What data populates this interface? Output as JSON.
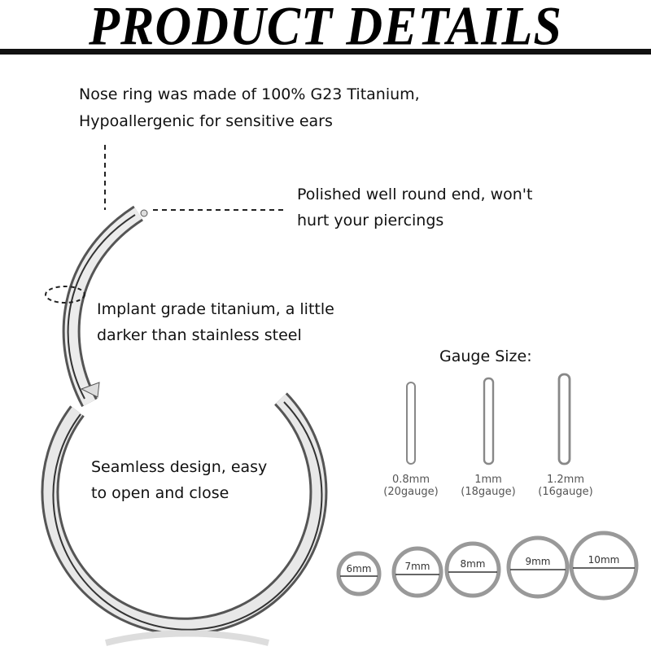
{
  "header": {
    "title": "PRODUCT DETAILS"
  },
  "callouts": {
    "material_line1": "Nose ring was made of 100% G23 Titanium,",
    "material_line2": "Hypoallergenic for sensitive ears",
    "end_line1": "Polished well round end, won't",
    "end_line2": "hurt your piercings",
    "grade_line1": "Implant grade titanium, a little",
    "grade_line2": "darker than stainless steel",
    "seamless_line1": "Seamless design, easy",
    "seamless_line2": "to open and close"
  },
  "gauge": {
    "title": "Gauge Size:",
    "items": [
      {
        "mm": "0.8mm",
        "gauge": "(20gauge)"
      },
      {
        "mm": "1mm",
        "gauge": "(18gauge)"
      },
      {
        "mm": "1.2mm",
        "gauge": "(16gauge)"
      }
    ]
  },
  "diameters": [
    {
      "label": "6mm"
    },
    {
      "label": "7mm"
    },
    {
      "label": "8mm"
    },
    {
      "label": "9mm"
    },
    {
      "label": "10mm"
    }
  ]
}
